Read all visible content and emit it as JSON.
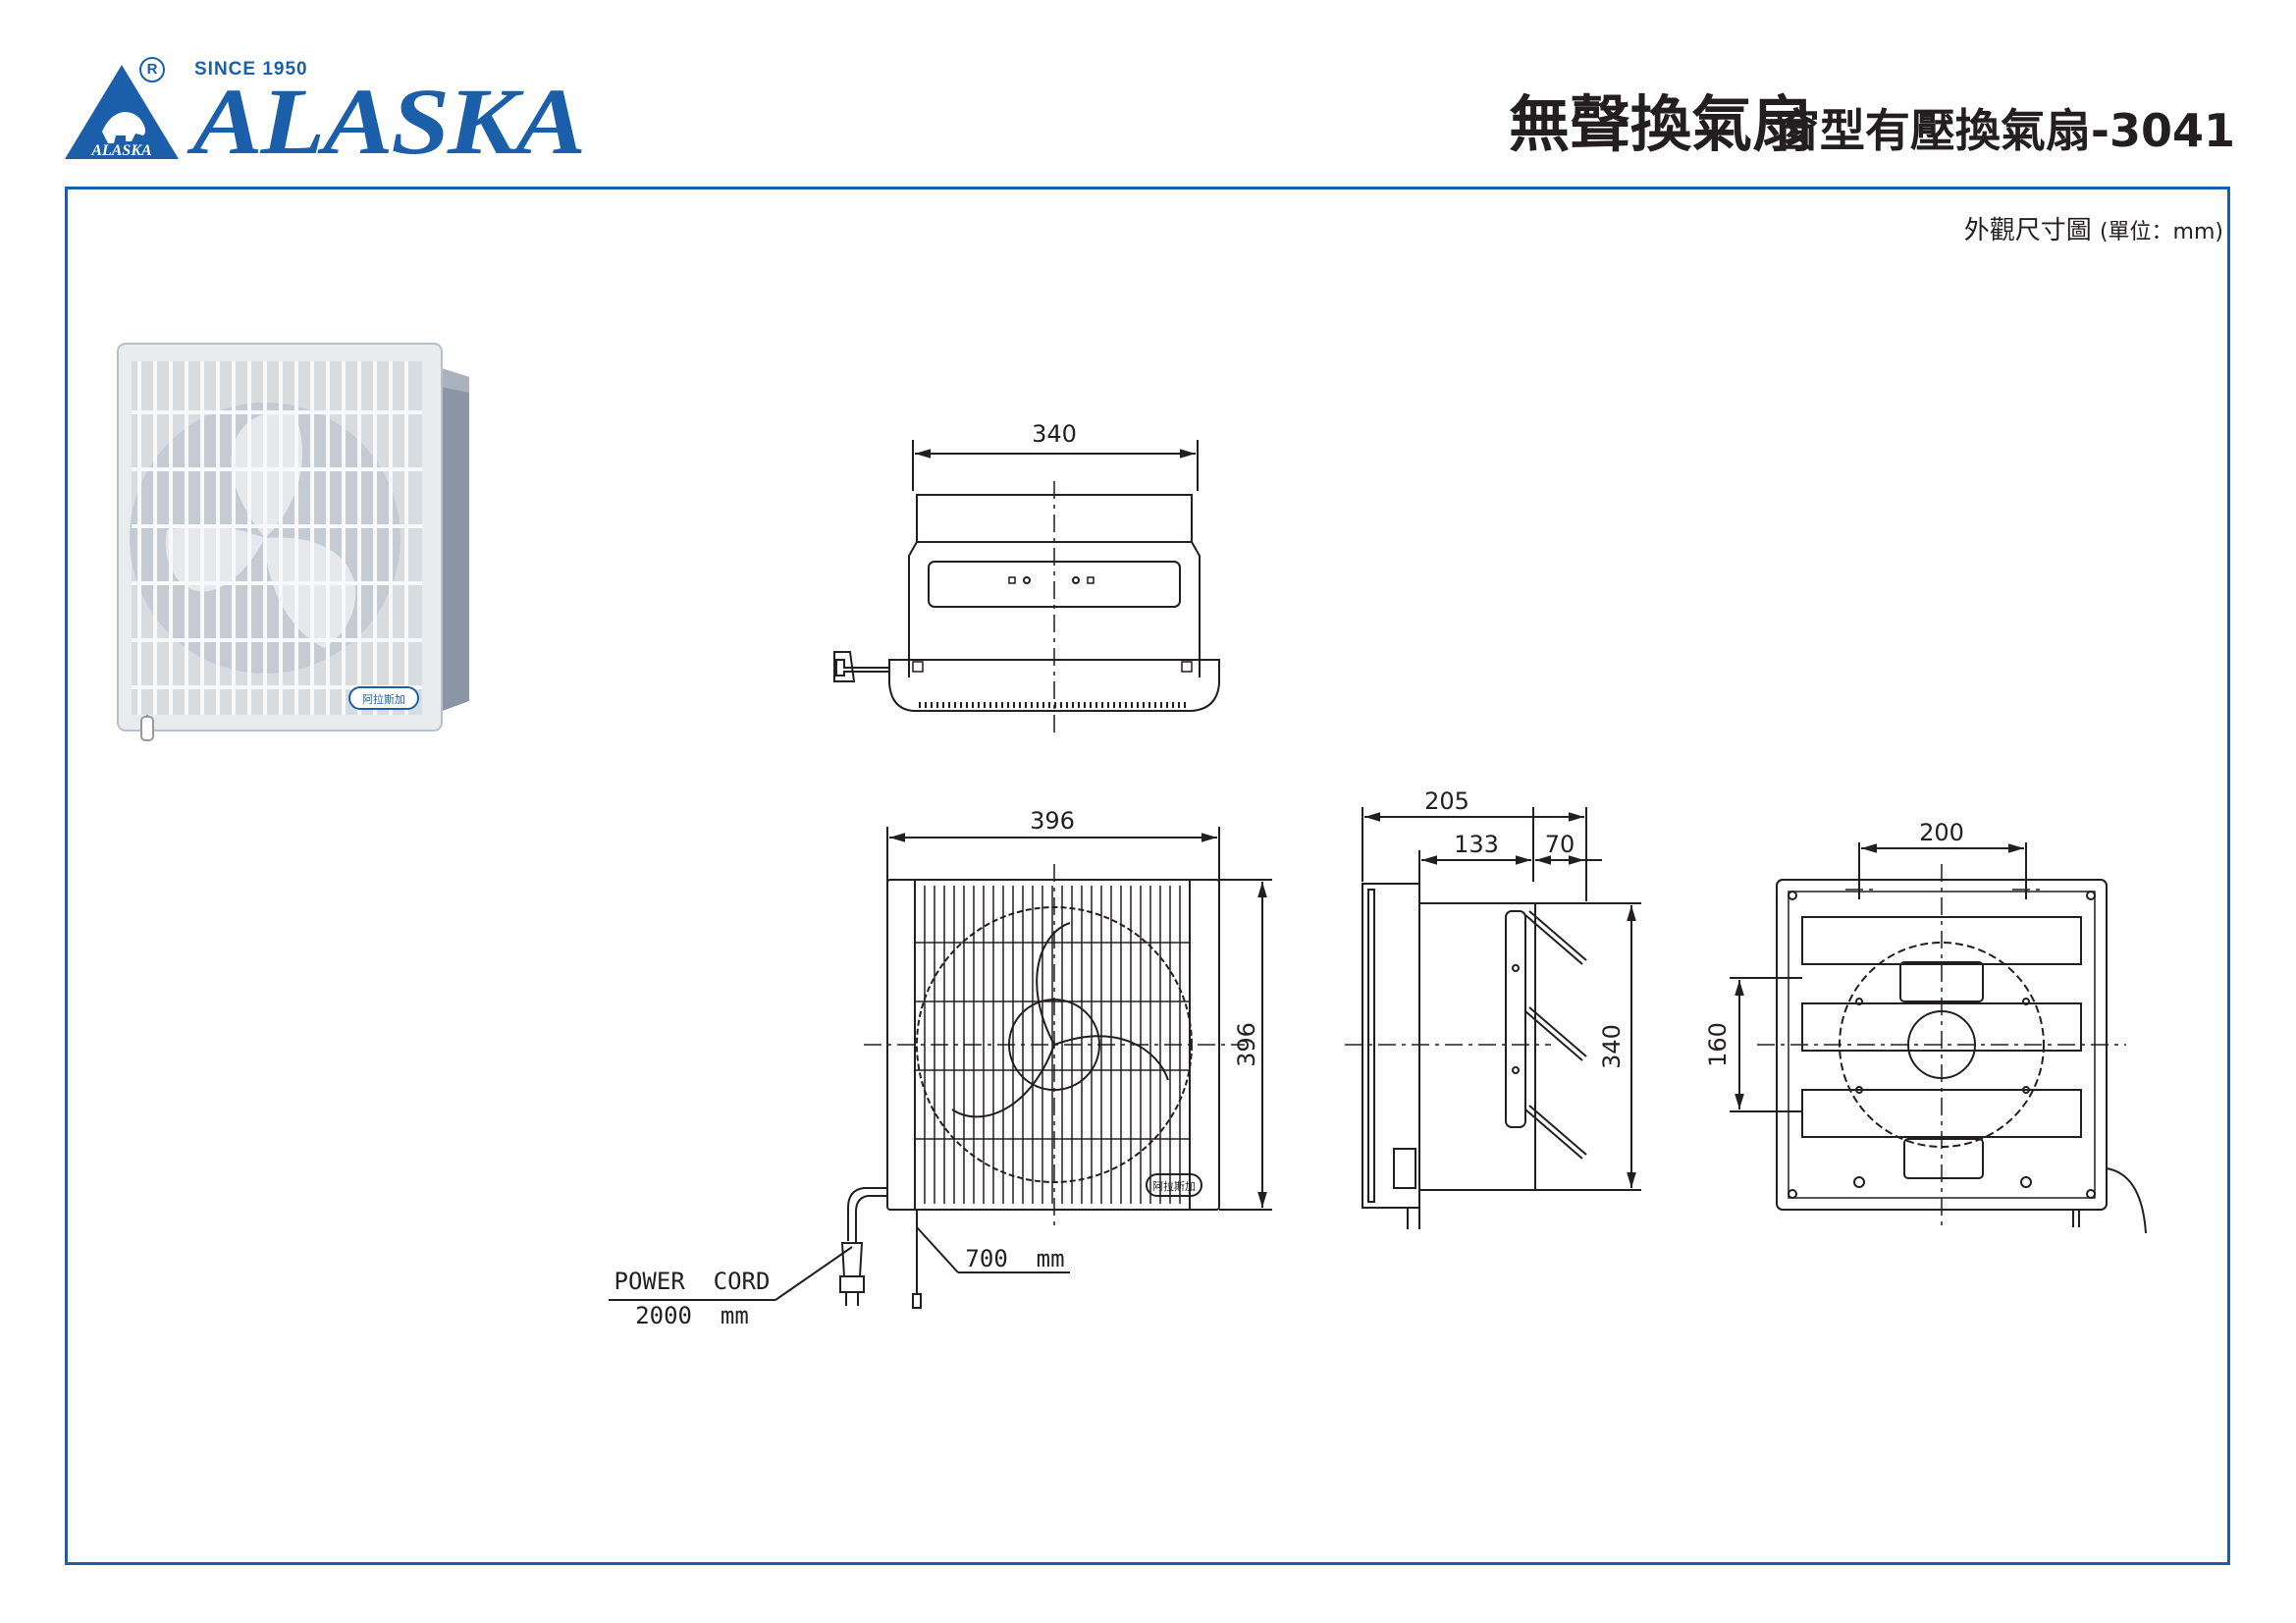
{
  "brand": {
    "name": "ALASKA",
    "since": "SINCE 1950",
    "registered_mark": "R",
    "emblem_text": "ALASKA",
    "accent_color": "#1b5faa"
  },
  "header": {
    "title_main": "無聲換氣扇",
    "title_sub": "窗型有壓換氣扇-3041"
  },
  "drawing": {
    "caption": "外觀尺寸圖",
    "unit_note": "(單位：mm)",
    "top_view": {
      "width_label": "340"
    },
    "front_view": {
      "width_label": "396",
      "height_label": "396",
      "badge_text": "阿拉斯加"
    },
    "side_view": {
      "depth_total_label": "205",
      "depth_body_label": "133",
      "depth_flap_label": "70",
      "flap_height_label": "340"
    },
    "back_view": {
      "spacing_label": "200",
      "vertical_label": "160"
    },
    "power_cord": {
      "label": "POWER  CORD",
      "length": "2000  mm"
    },
    "pull_cord": {
      "length": "700  mm"
    }
  },
  "product_photo": {
    "badge_text": "阿拉斯加"
  }
}
